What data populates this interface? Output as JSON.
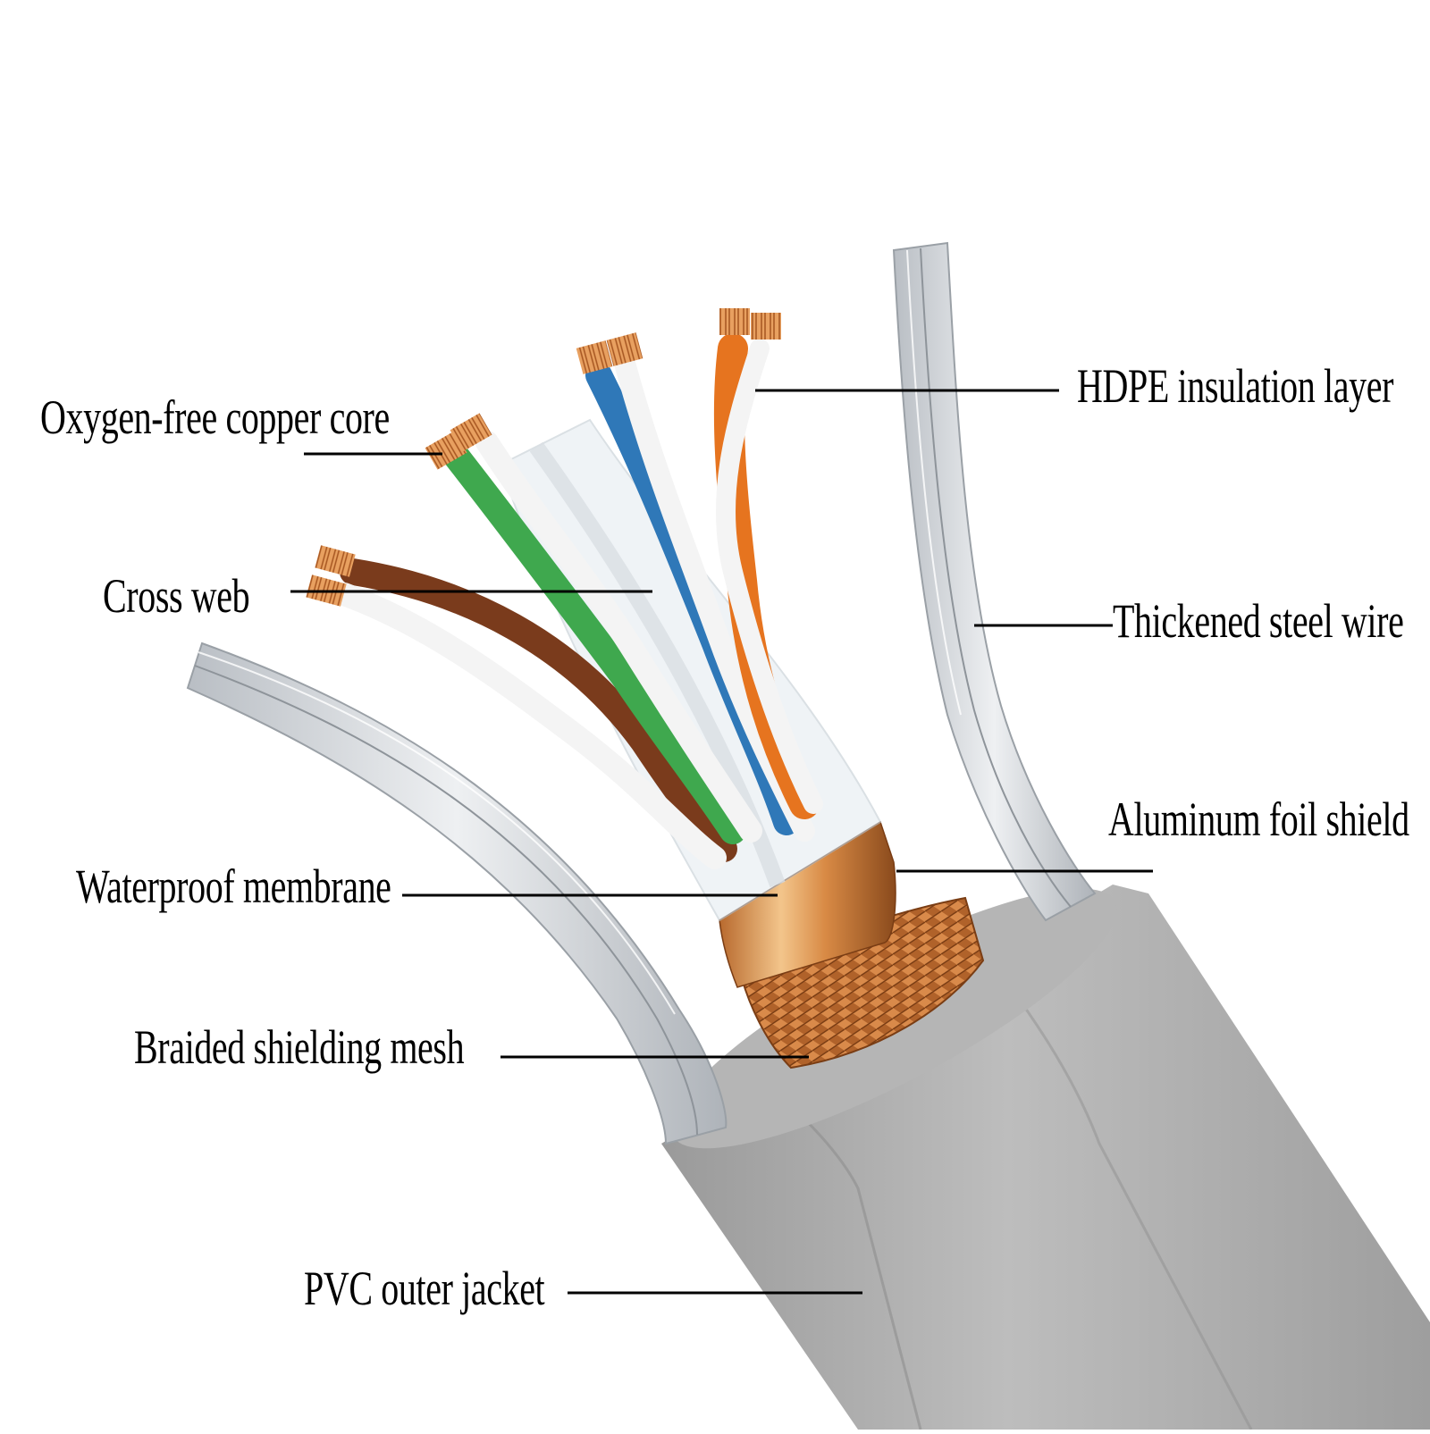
{
  "labels": {
    "copper_core": "Oxygen-free copper core",
    "cross_web": "Cross web",
    "waterproof_membrane": "Waterproof membrane",
    "braided_mesh": "Braided shielding mesh",
    "pvc_jacket": "PVC outer jacket",
    "hdpe_layer": "HDPE insulation layer",
    "steel_wire": "Thickened steel wire",
    "foil_shield": "Aluminum foil shield"
  },
  "colors": {
    "jacket": "#a9a9a9",
    "copper": "#c8732f",
    "steel": "#c9cdd2",
    "pair_orange": "#e6741f",
    "pair_blue": "#2f78b8",
    "pair_green": "#3fa84e",
    "pair_brown": "#7a3b1c",
    "insulation_white": "#f4f4f4"
  }
}
